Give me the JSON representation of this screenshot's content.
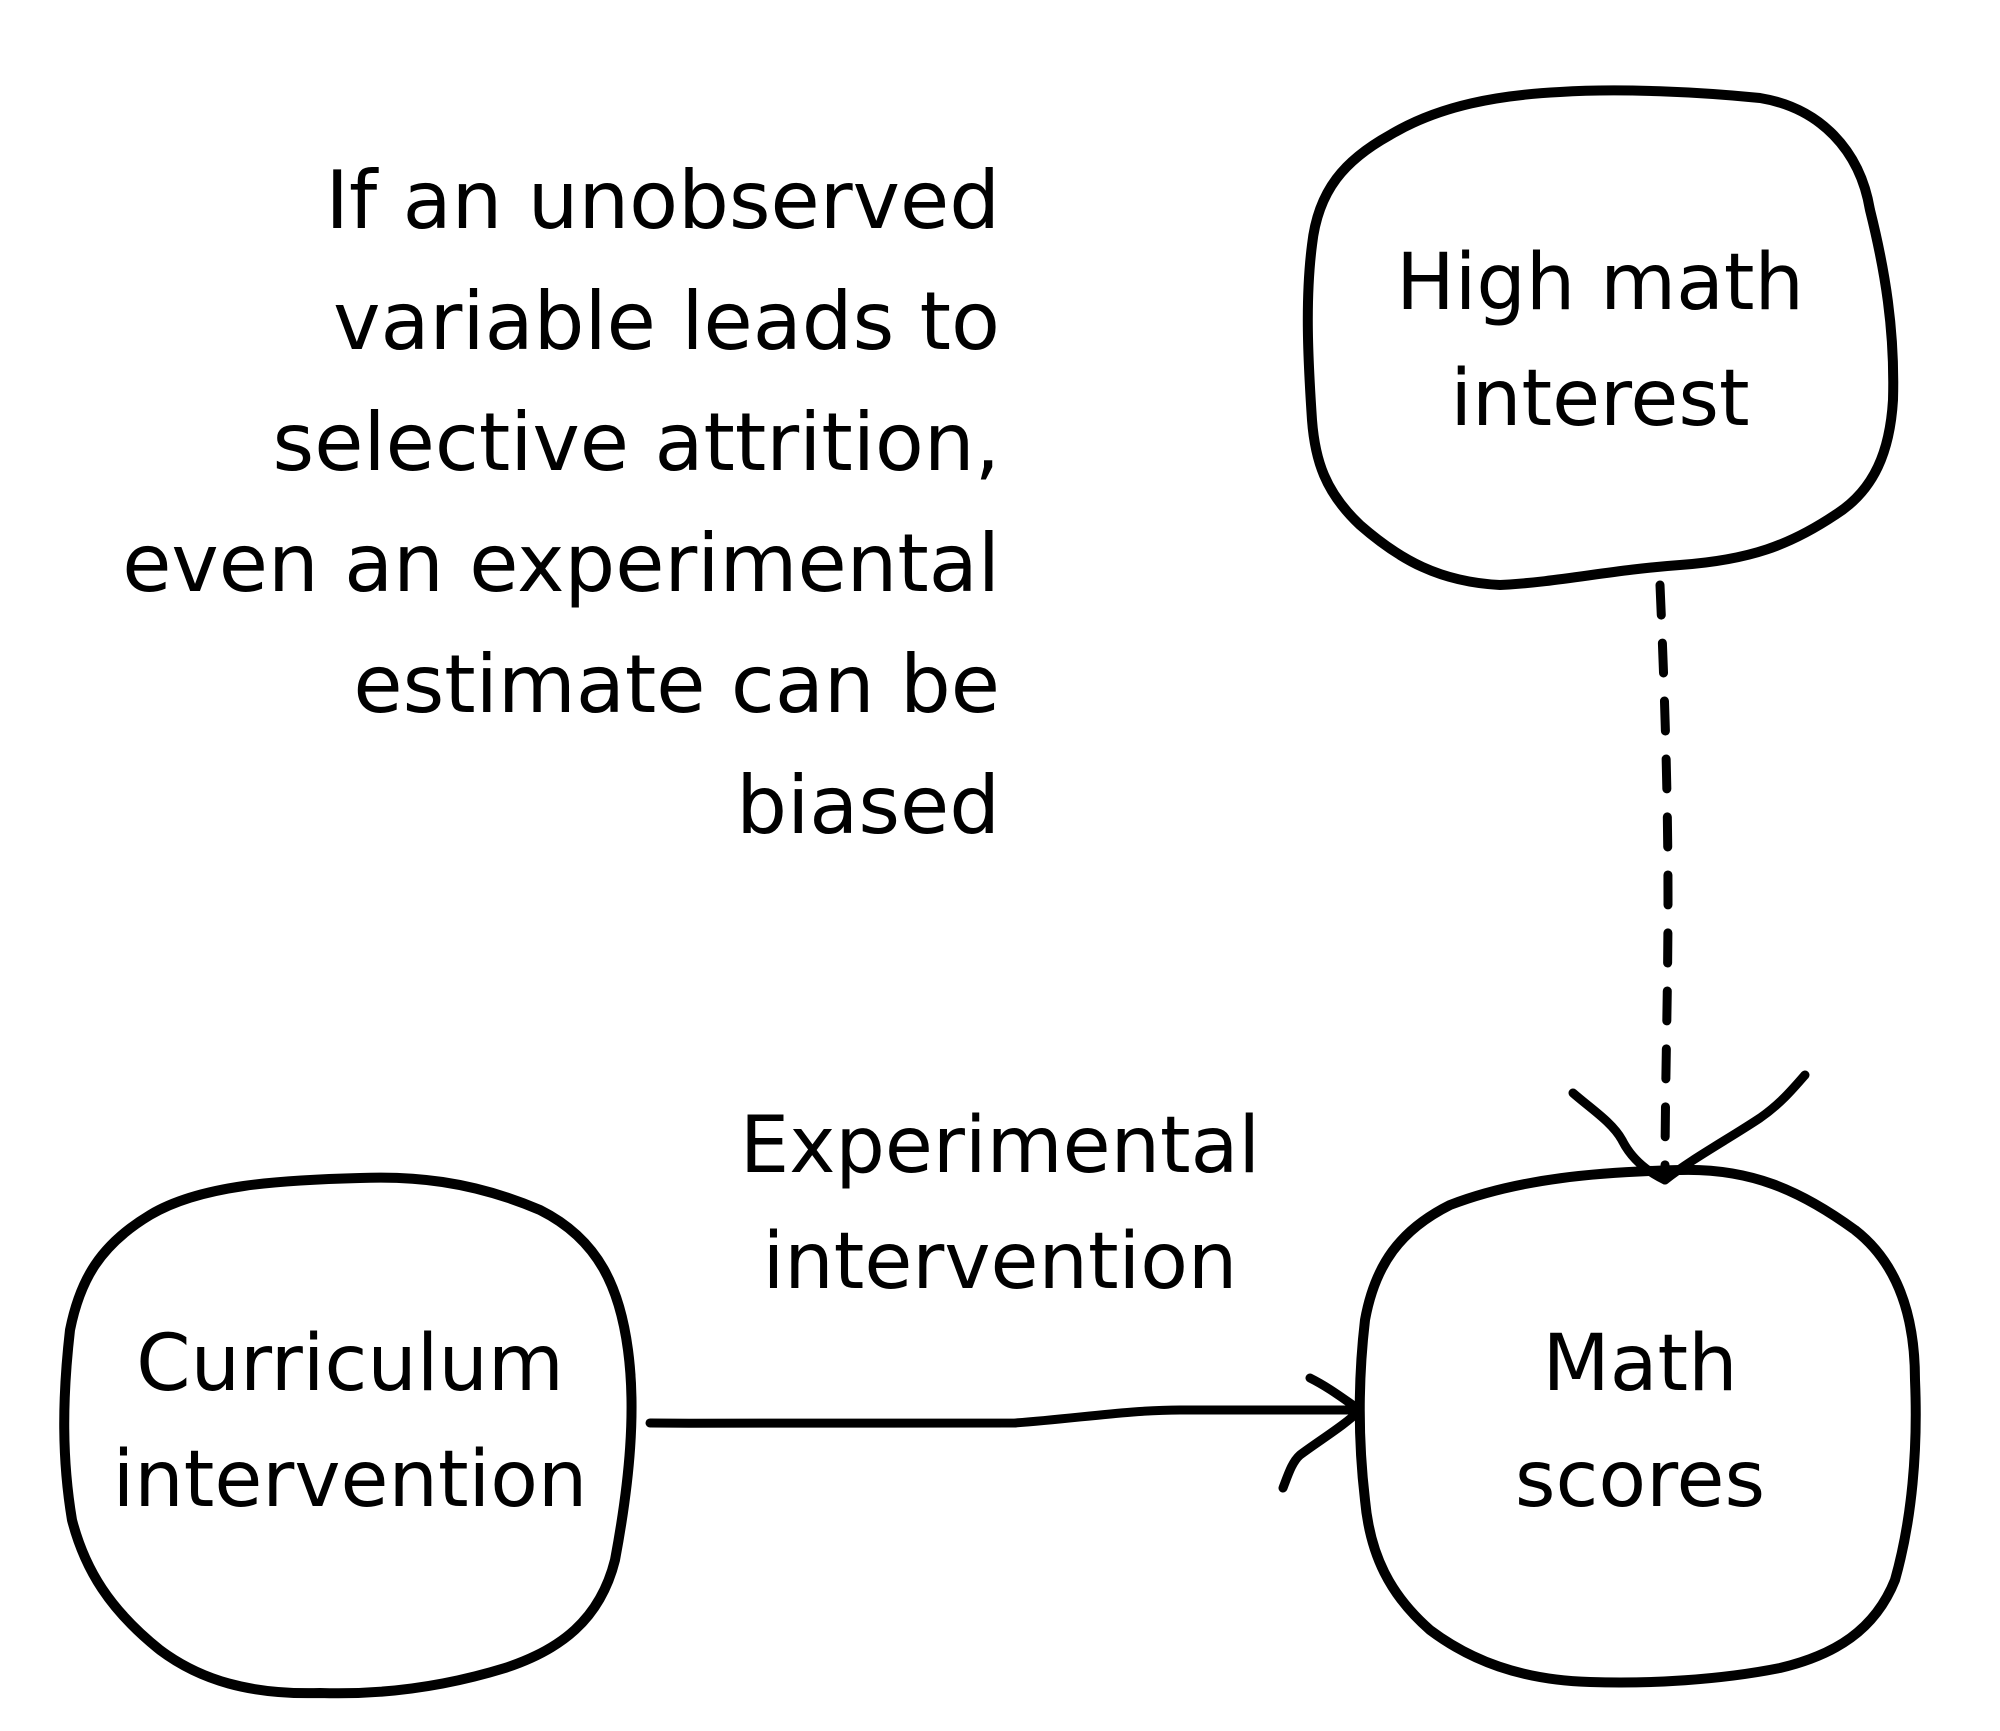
{
  "annotation": "If an unobserved\nvariable leads to\nselective attrition,\neven an experimental\nestimate can be\nbiased",
  "nodes": {
    "curriculum": {
      "label": "Curriculum\nintervention"
    },
    "math_scores": {
      "label": "Math\nscores"
    },
    "math_interest": {
      "label": "High math\ninterest"
    }
  },
  "edges": {
    "curriculum_to_scores": {
      "label": "Experimental\nintervention",
      "style": "solid"
    },
    "interest_to_scores": {
      "style": "dashed"
    }
  },
  "colors": {
    "stroke": "#000000",
    "background": "#ffffff"
  }
}
